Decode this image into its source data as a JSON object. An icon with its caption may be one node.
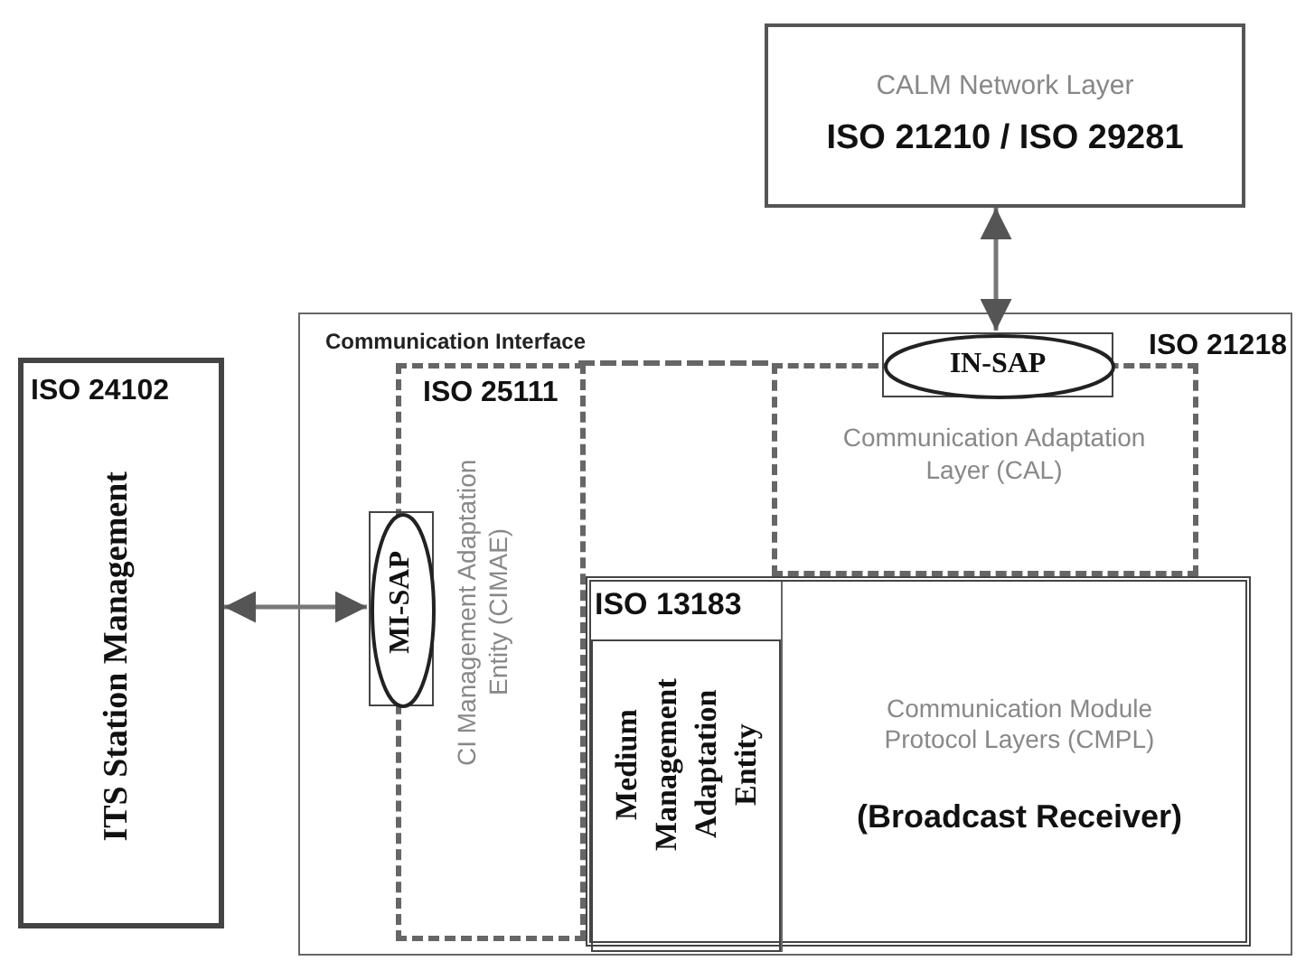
{
  "diagram": {
    "nodes": [
      {
        "text": [
          "CALM Network Layer",
          "ISO 21210 / ISO 29281"
        ]
      },
      {
        "text": [
          "ISO 24102",
          "ITS Station Management"
        ]
      },
      {
        "text": [
          "Communication Interface",
          "ISO 21218"
        ]
      },
      {
        "text": [
          "ISO 25111",
          "CI Management Adaptation Entity (CIMAE)"
        ],
        "in": 2
      },
      {
        "text": [
          "Communication Adaptation Layer (CAL)"
        ],
        "in": 2
      },
      {
        "text": [
          "ISO 13183"
        ],
        "in": 2
      },
      {
        "text": [
          "Medium Management Adaptation Entity"
        ],
        "in": 5
      },
      {
        "text": [
          "Communication Module Protocol Layers (CMPL)",
          "(Broadcast Receiver)"
        ],
        "in": 5
      },
      {
        "text": [
          "MI-SAP"
        ],
        "in": 2
      },
      {
        "text": [
          "IN-SAP"
        ],
        "in": 2
      }
    ],
    "edges": [
      {
        "from": 1,
        "to": 8,
        "arrow": "both"
      },
      {
        "from": 9,
        "to": 0,
        "arrow": "both"
      }
    ]
  }
}
